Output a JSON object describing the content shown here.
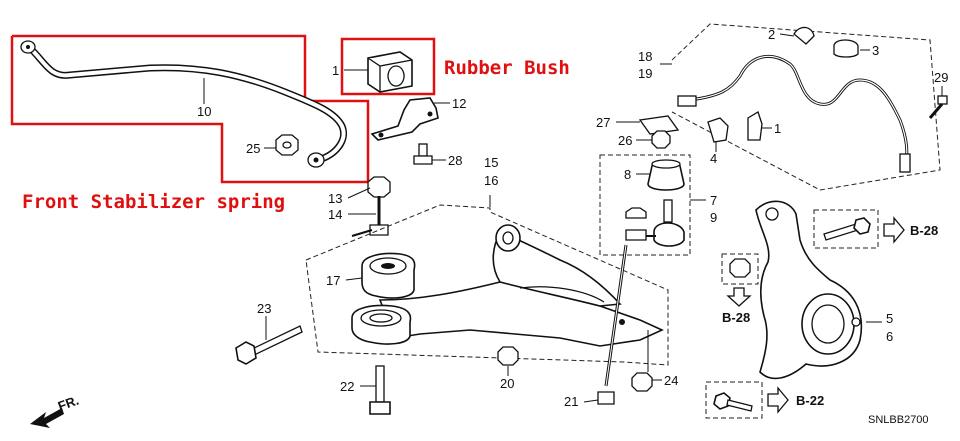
{
  "callouts": {
    "rubber_bush": "Rubber Bush",
    "front_stabilizer": "Front Stabilizer spring"
  },
  "part_numbers": {
    "p1a": "1",
    "p1b": "1",
    "p2": "2",
    "p3": "3",
    "p4": "4",
    "p5": "5",
    "p6": "6",
    "p7": "7",
    "p8": "8",
    "p9": "9",
    "p10": "10",
    "p12": "12",
    "p13": "13",
    "p14": "14",
    "p15": "15",
    "p16": "16",
    "p17": "17",
    "p18": "18",
    "p19": "19",
    "p20": "20",
    "p21": "21",
    "p22": "22",
    "p23": "23",
    "p24": "24",
    "p25": "25",
    "p26": "26",
    "p27": "27",
    "p28": "28",
    "p29": "29"
  },
  "references": {
    "b28_right": "B-28",
    "b28_down": "B-28",
    "b22": "B-22"
  },
  "front_marker": "FR.",
  "diagram_code": "SNLBB2700",
  "colors": {
    "highlight": "#e01010",
    "line": "#111111"
  }
}
